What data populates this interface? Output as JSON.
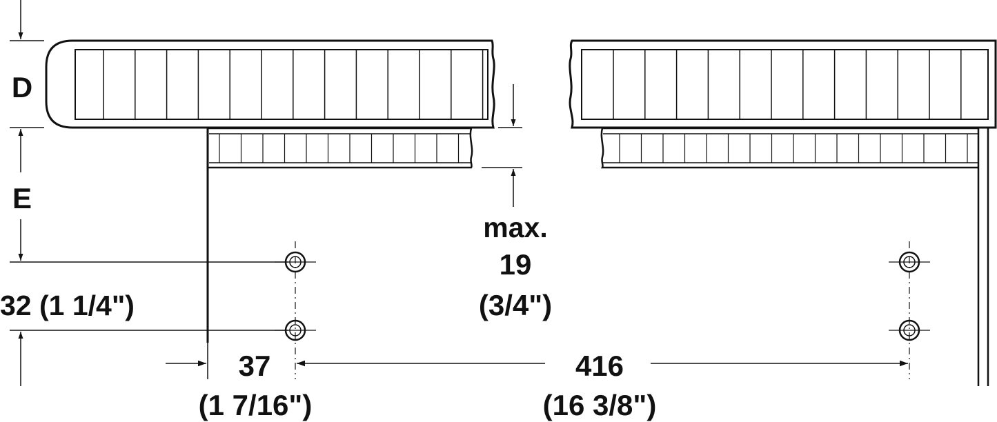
{
  "labels": {
    "d": "D",
    "e": "E",
    "hole_spacing": "32 (1 1/4\")",
    "offset_mm": "37",
    "offset_in": "(1 7/16\")",
    "span_mm": "416",
    "span_in": "(16 3/8\")",
    "max_word": "max.",
    "max_mm": "19",
    "max_in": "(3/4\")"
  },
  "colors": {
    "line": "#111111",
    "background": "#ffffff"
  }
}
